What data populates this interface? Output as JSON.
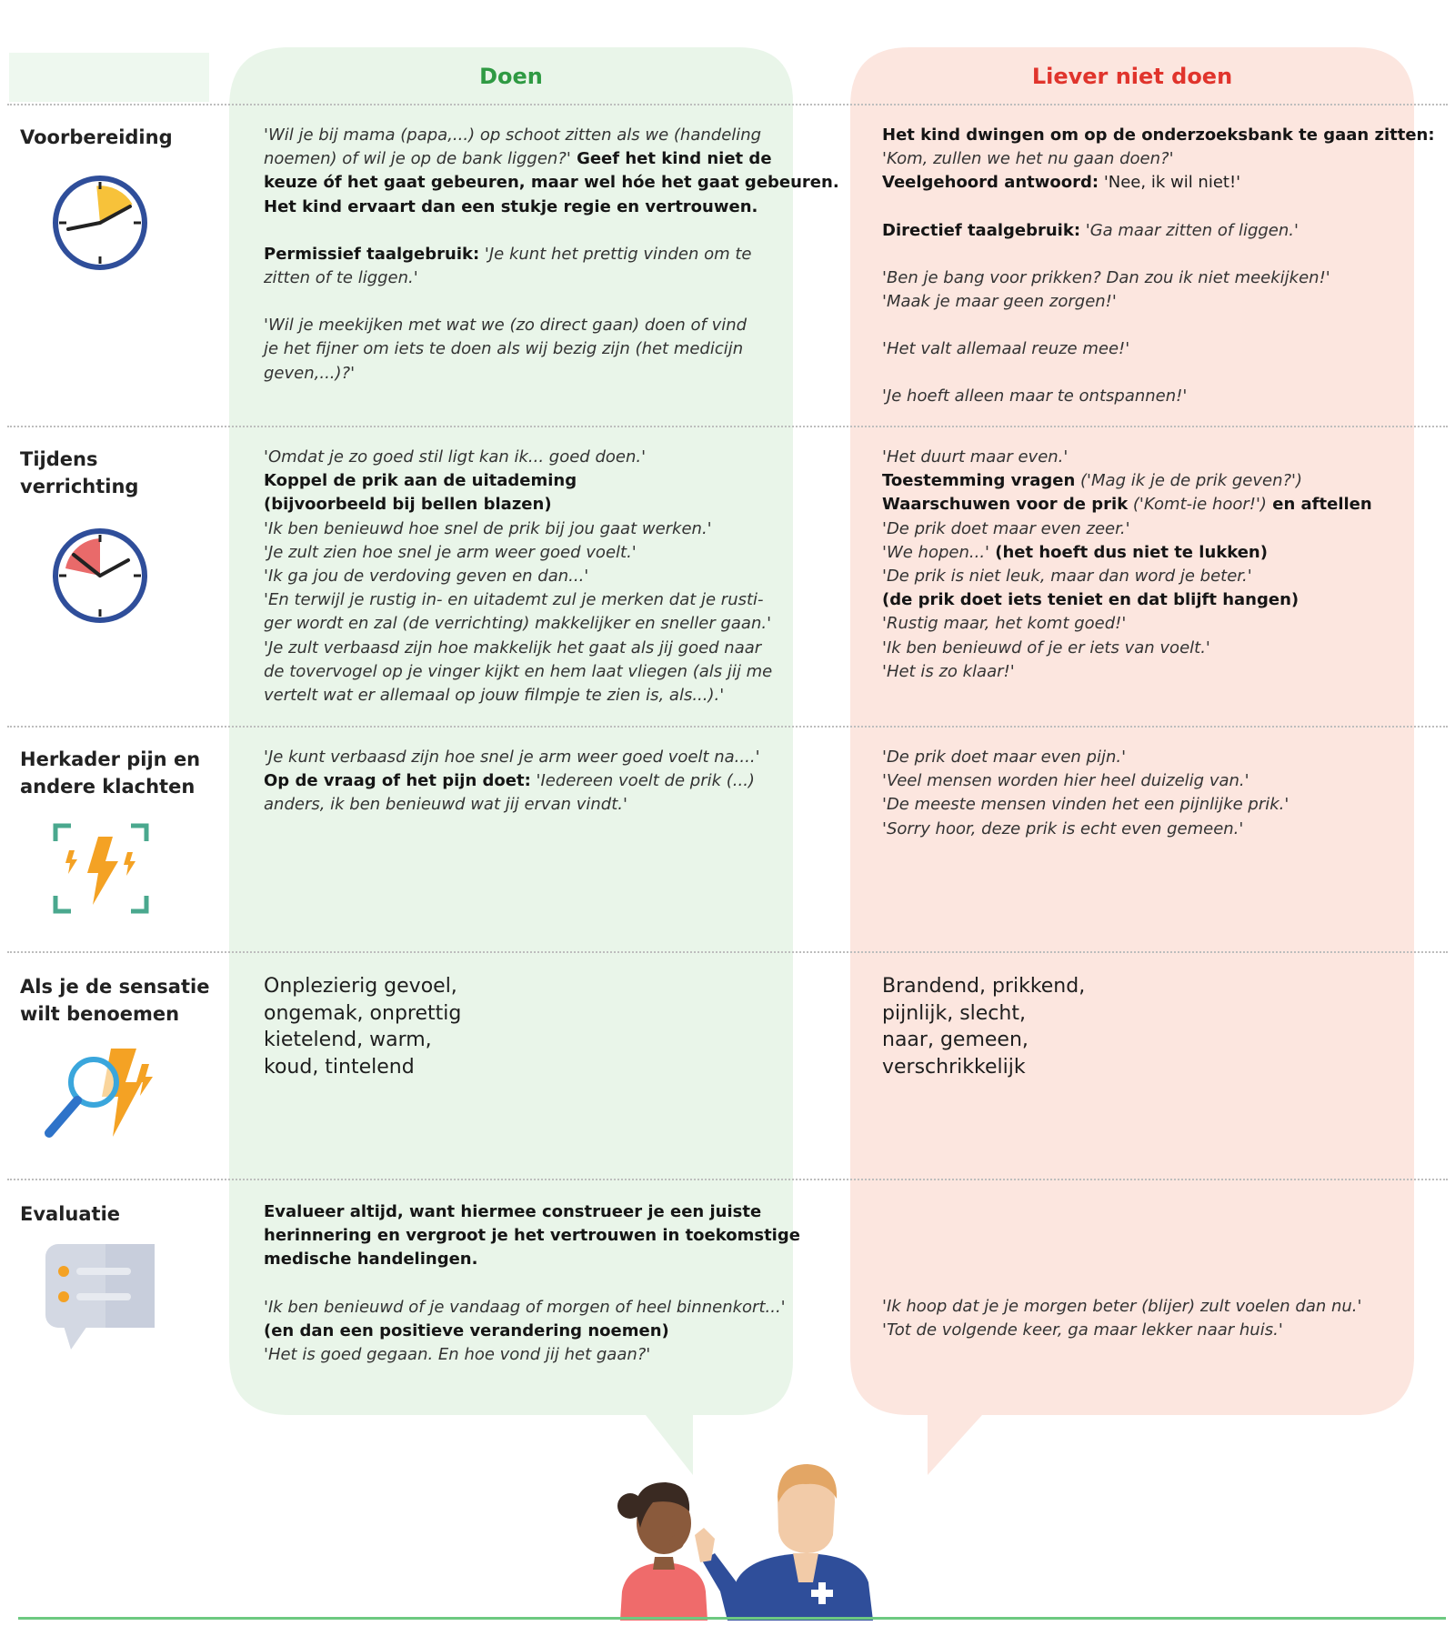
{
  "header": {
    "do_title": "Doen",
    "dont_title": "Liever niet doen"
  },
  "colors": {
    "do_bubble": "#e9f5e9",
    "dont_bubble": "#fce6df",
    "do_title": "#2f9a43",
    "dont_title": "#e0342c"
  },
  "rows": [
    {
      "label": [
        "Voorbereiding"
      ],
      "icon": "clock-quarter-icon",
      "do": [
        [
          {
            "t": "'Wil je bij mama (papa,...) op schoot zitten als we (handeling",
            "s": "q"
          }
        ],
        [
          {
            "t": "noemen) of wil je op de bank liggen?'",
            "s": "q"
          },
          {
            "t": " Geef het kind niet de",
            "s": "b"
          }
        ],
        [
          {
            "t": "keuze óf het gaat gebeuren, maar wel hóe het gaat gebeuren.",
            "s": "b"
          }
        ],
        [
          {
            "t": "Het kind ervaart dan een stukje regie en vertrouwen.",
            "s": "b"
          }
        ],
        [],
        [
          {
            "t": "Permissief taalgebruik:",
            "s": "b"
          },
          {
            "t": " 'Je kunt het prettig vinden om te",
            "s": "q"
          }
        ],
        [
          {
            "t": "zitten of te liggen.'",
            "s": "q"
          }
        ],
        [],
        [
          {
            "t": "'Wil je meekijken met wat we (zo direct gaan) doen of vind",
            "s": "q"
          }
        ],
        [
          {
            "t": "je het fijner om iets te doen als wij bezig zijn (het medicijn",
            "s": "q"
          }
        ],
        [
          {
            "t": "geven,...)?'",
            "s": "q"
          }
        ]
      ],
      "dont": [
        [
          {
            "t": "Het kind dwingen om op de onderzoeksbank te gaan zitten:",
            "s": "b"
          }
        ],
        [
          {
            "t": "'Kom, zullen we het nu gaan doen?'",
            "s": "q"
          }
        ],
        [
          {
            "t": "Veelgehoord antwoord:",
            "s": "b"
          },
          {
            "t": " 'Nee, ik wil niet!'",
            "s": "n"
          }
        ],
        [],
        [
          {
            "t": "Directief taalgebruik:",
            "s": "b"
          },
          {
            "t": " 'Ga maar zitten of liggen.'",
            "s": "q"
          }
        ],
        [],
        [
          {
            "t": "'Ben je bang voor prikken? Dan zou ik niet meekijken!'",
            "s": "q"
          }
        ],
        [
          {
            "t": "'Maak je maar geen zorgen!'",
            "s": "q"
          }
        ],
        [],
        [
          {
            "t": "'Het valt allemaal reuze mee!'",
            "s": "q"
          }
        ],
        [],
        [
          {
            "t": "'Je hoeft alleen maar te ontspannen!'",
            "s": "q"
          }
        ]
      ]
    },
    {
      "label": [
        "Tijdens",
        "verrichting"
      ],
      "icon": "clock-red-icon",
      "do": [
        [
          {
            "t": "'Omdat je zo goed stil ligt kan ik... goed doen.'",
            "s": "q"
          }
        ],
        [
          {
            "t": "Koppel de prik aan de uitademing",
            "s": "b"
          }
        ],
        [
          {
            "t": "(bijvoorbeeld bij bellen blazen)",
            "s": "b"
          }
        ],
        [
          {
            "t": "'Ik ben benieuwd hoe snel de prik bij jou gaat werken.'",
            "s": "q"
          }
        ],
        [
          {
            "t": "'Je zult zien hoe snel je arm weer goed voelt.'",
            "s": "q"
          }
        ],
        [
          {
            "t": "'Ik ga jou de verdoving geven en dan...'",
            "s": "q"
          }
        ],
        [
          {
            "t": "'En terwijl je rustig in- en uitademt zul je merken dat je rusti-",
            "s": "q"
          }
        ],
        [
          {
            "t": "ger wordt en zal (de verrichting) makkelijker en sneller gaan.'",
            "s": "q"
          }
        ],
        [
          {
            "t": "'Je zult verbaasd zijn hoe makkelijk het gaat als jij goed naar",
            "s": "q"
          }
        ],
        [
          {
            "t": "de tovervogel op je vinger kijkt en hem laat vliegen (als jij me",
            "s": "q"
          }
        ],
        [
          {
            "t": "vertelt wat er allemaal op jouw filmpje te zien is, als...).'",
            "s": "q"
          }
        ]
      ],
      "dont": [
        [
          {
            "t": "'Het duurt maar even.'",
            "s": "q"
          }
        ],
        [
          {
            "t": "Toestemming vragen",
            "s": "b"
          },
          {
            "t": " ('Mag ik je de prik geven?')",
            "s": "q"
          }
        ],
        [
          {
            "t": "Waarschuwen voor de prik",
            "s": "b"
          },
          {
            "t": " ('Komt-ie hoor!')",
            "s": "q"
          },
          {
            "t": " en aftellen",
            "s": "b"
          }
        ],
        [
          {
            "t": "'De prik doet maar even zeer.'",
            "s": "q"
          }
        ],
        [
          {
            "t": "'We hopen...'",
            "s": "q"
          },
          {
            "t": " (het hoeft dus niet te lukken)",
            "s": "b"
          }
        ],
        [
          {
            "t": "'De prik is niet leuk, maar dan word je beter.'",
            "s": "q"
          }
        ],
        [
          {
            "t": "(de prik doet iets teniet en dat blijft hangen)",
            "s": "b"
          }
        ],
        [
          {
            "t": "'Rustig maar, het komt goed!'",
            "s": "q"
          }
        ],
        [
          {
            "t": "'Ik ben benieuwd of je er iets van voelt.'",
            "s": "q"
          }
        ],
        [
          {
            "t": "'Het is zo klaar!'",
            "s": "q"
          }
        ]
      ]
    },
    {
      "label": [
        "Herkader pijn en",
        "andere klachten"
      ],
      "icon": "lightning-frame-icon",
      "do": [
        [
          {
            "t": "'Je kunt verbaasd zijn hoe snel je arm weer goed voelt na....'",
            "s": "q"
          }
        ],
        [
          {
            "t": "Op de vraag of het pijn doet:",
            "s": "b"
          },
          {
            "t": " 'Iedereen voelt de prik (...)",
            "s": "q"
          }
        ],
        [
          {
            "t": "anders, ik ben benieuwd wat jij ervan vindt.'",
            "s": "q"
          }
        ]
      ],
      "dont": [
        [
          {
            "t": "'De prik doet maar even pijn.'",
            "s": "q"
          }
        ],
        [
          {
            "t": "'Veel mensen worden hier heel duizelig van.'",
            "s": "q"
          }
        ],
        [
          {
            "t": "'De meeste mensen vinden het een pijnlijke prik.'",
            "s": "q"
          }
        ],
        [
          {
            "t": "'Sorry hoor, deze prik is echt even gemeen.'",
            "s": "q"
          }
        ]
      ]
    },
    {
      "label": [
        "Als je de sensatie",
        "wilt benoemen"
      ],
      "icon": "magnifier-lightning-icon",
      "do": [
        [
          {
            "t": "Onplezierig gevoel,",
            "s": "n"
          }
        ],
        [
          {
            "t": "ongemak, onprettig",
            "s": "n"
          }
        ],
        [
          {
            "t": "kietelend, warm,",
            "s": "n"
          }
        ],
        [
          {
            "t": "koud, tintelend",
            "s": "n"
          }
        ]
      ],
      "dont": [
        [
          {
            "t": "Brandend, prikkend,",
            "s": "n"
          }
        ],
        [
          {
            "t": "pijnlijk, slecht,",
            "s": "n"
          }
        ],
        [
          {
            "t": "naar, gemeen,",
            "s": "n"
          }
        ],
        [
          {
            "t": "verschrikkelijk",
            "s": "n"
          }
        ]
      ]
    },
    {
      "label": [
        "Evaluatie"
      ],
      "icon": "chat-list-icon",
      "do": [
        [
          {
            "t": "Evalueer altijd, want hiermee construeer je een juiste",
            "s": "b"
          }
        ],
        [
          {
            "t": "herinnering en vergroot je het vertrouwen in toekomstige",
            "s": "b"
          }
        ],
        [
          {
            "t": "medische handelingen.",
            "s": "b"
          }
        ],
        [],
        [
          {
            "t": "'Ik ben benieuwd of je vandaag of morgen of heel binnenkort...'",
            "s": "q"
          }
        ],
        [
          {
            "t": "(en dan een positieve verandering noemen)",
            "s": "b"
          }
        ],
        [
          {
            "t": "'Het is goed gegaan. En hoe vond jij het gaan?'",
            "s": "q"
          }
        ]
      ],
      "dont": [
        [],
        [],
        [],
        [],
        [
          {
            "t": "'Ik hoop dat je je morgen beter (blijer) zult voelen dan nu.'",
            "s": "q"
          }
        ],
        [
          {
            "t": "'Tot de volgende keer, ga maar lekker naar huis.'",
            "s": "q"
          }
        ]
      ]
    }
  ],
  "illustration": {
    "icon": "caregiver-and-child-illustration"
  }
}
